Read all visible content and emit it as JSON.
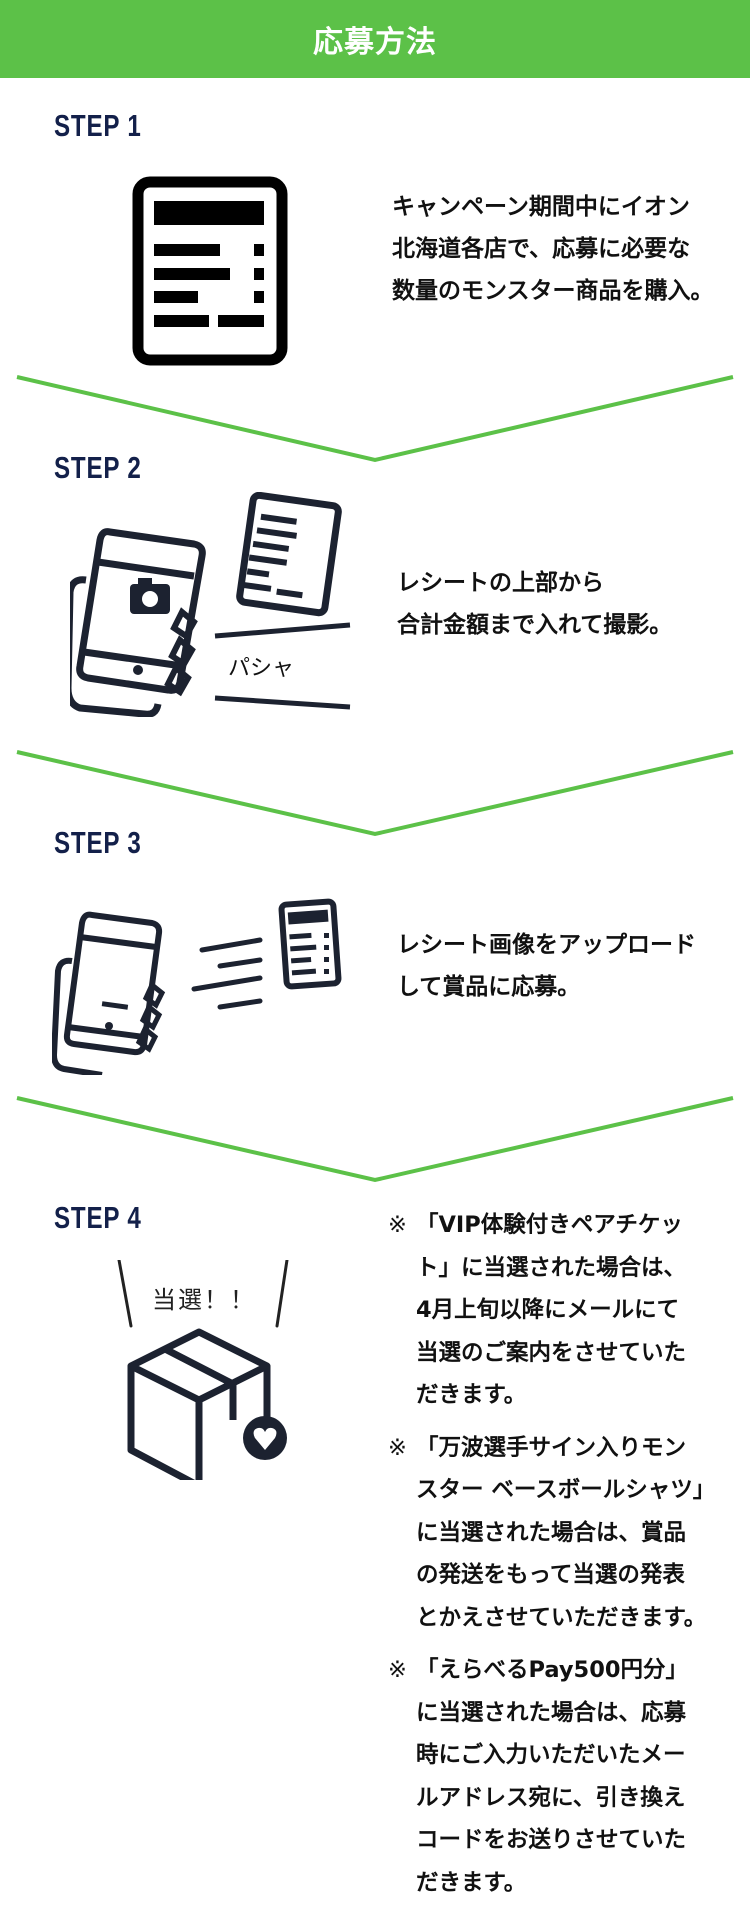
{
  "header": {
    "title": "応募方法",
    "background_color": "#5cc148"
  },
  "accent_color": "#5cc148",
  "step_label_color": "#13204a",
  "steps": [
    {
      "label": "STEP 1",
      "icon": "receipt-icon",
      "text_lines": [
        "キャンペーン期間中にイオン",
        "北海道各店で、応募に必要な",
        "数量のモンスター商品を購入。"
      ]
    },
    {
      "label": "STEP 2",
      "icon": "phone-camera-receipt-icon",
      "caption": "パシャ",
      "text_lines": [
        "レシートの上部から",
        "合計金額まで入れて撮影。"
      ]
    },
    {
      "label": "STEP 3",
      "icon": "phone-upload-receipt-icon",
      "text_lines": [
        "レシート画像をアップロード",
        "して賞品に応募。"
      ]
    },
    {
      "label": "STEP 4",
      "icon": "gift-box-heart-icon",
      "caption": "当選！！",
      "notes": [
        {
          "mark": "※",
          "lines": [
            "「VIP体験付きペアチケッ",
            "ト」に当選された場合は、",
            "4月上旬以降にメールにて",
            "当選のご案内をさせていた",
            "だきます。"
          ]
        },
        {
          "mark": "※",
          "lines": [
            "「万波選手サイン入りモン",
            "スター ベースボールシャツ」",
            "に当選された場合は、賞品",
            "の発送をもって当選の発表",
            "とかえさせていただきます。"
          ]
        },
        {
          "mark": "※",
          "lines": [
            "「えらべるPay500円分」",
            "に当選された場合は、応募",
            "時にご入力いただいたメー",
            "ルアドレス宛に、引き換え",
            "コードをお送りさせていた",
            "だきます。"
          ]
        }
      ]
    }
  ]
}
